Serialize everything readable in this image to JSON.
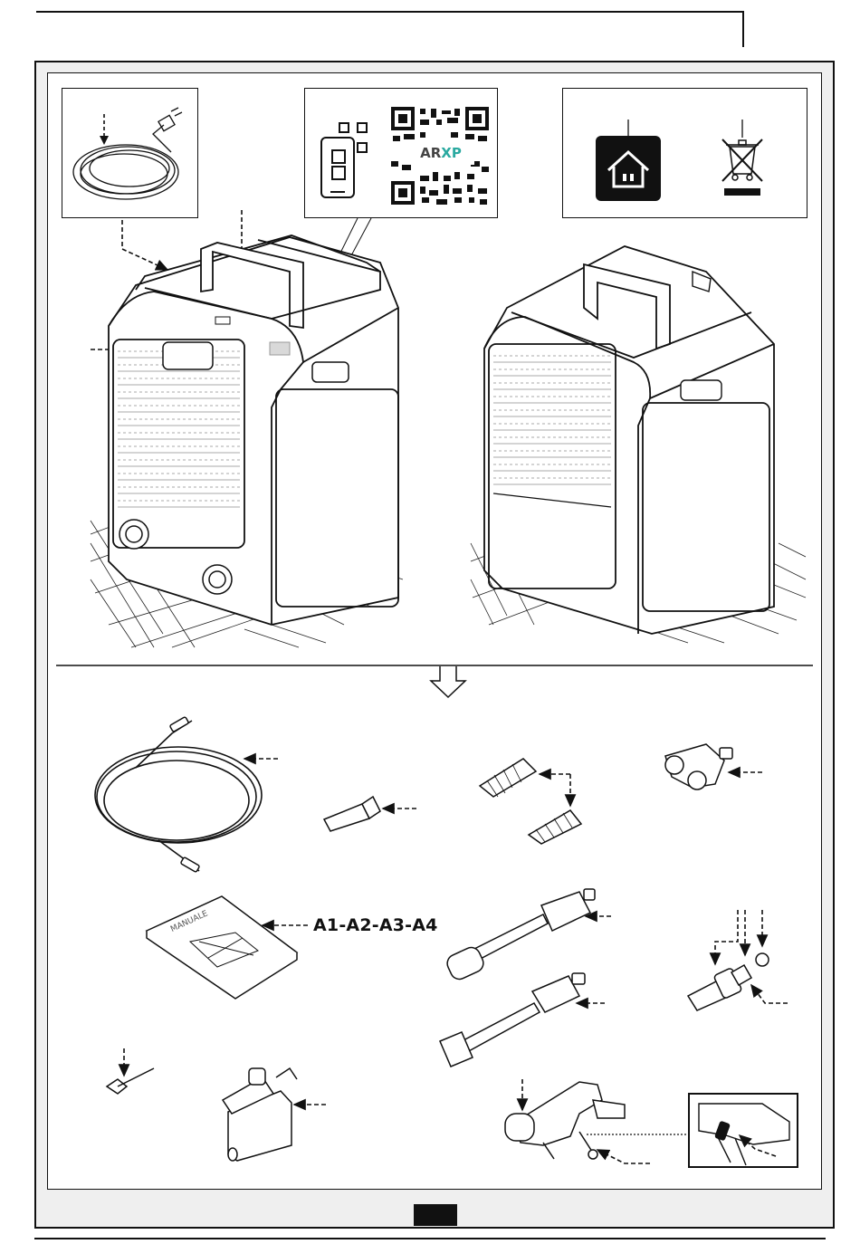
{
  "page": {
    "qr_brand": {
      "part1": "AR",
      "part2": "XP",
      "color1": "#444444",
      "color2": "#2aa9a0"
    },
    "manual_cover_text": "MANUALE",
    "manual_label": "A1-A2-A3-A4",
    "page_number": ""
  },
  "icons": [
    "power-cord-icon",
    "smartphone-qr-icon",
    "qr-code-icon",
    "indoor-use-icon",
    "weee-bin-icon"
  ],
  "colors": {
    "ink": "#111111",
    "brand_accent": "#2aa9a0",
    "tile_gray": "#d9d9d9"
  }
}
